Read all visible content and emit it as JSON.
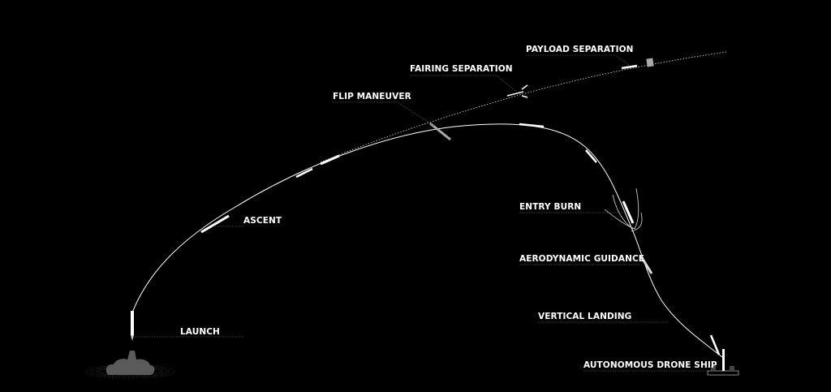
{
  "labels": {
    "launch": "LAUNCH",
    "ascent": "ASCENT",
    "flip": "FLIP MANEUVER",
    "fairing": "FAIRING SEPARATION",
    "payload": "PAYLOAD SEPARATION",
    "entry": "ENTRY BURN",
    "aero": "AERODYNAMIC GUIDANCE",
    "vertical": "VERTICAL LANDING",
    "droneship": "AUTONOMOUS DRONE SHIP"
  },
  "colors": {
    "background": "#000000",
    "line": "#ffffff",
    "smoke": "#5a5a5a"
  }
}
